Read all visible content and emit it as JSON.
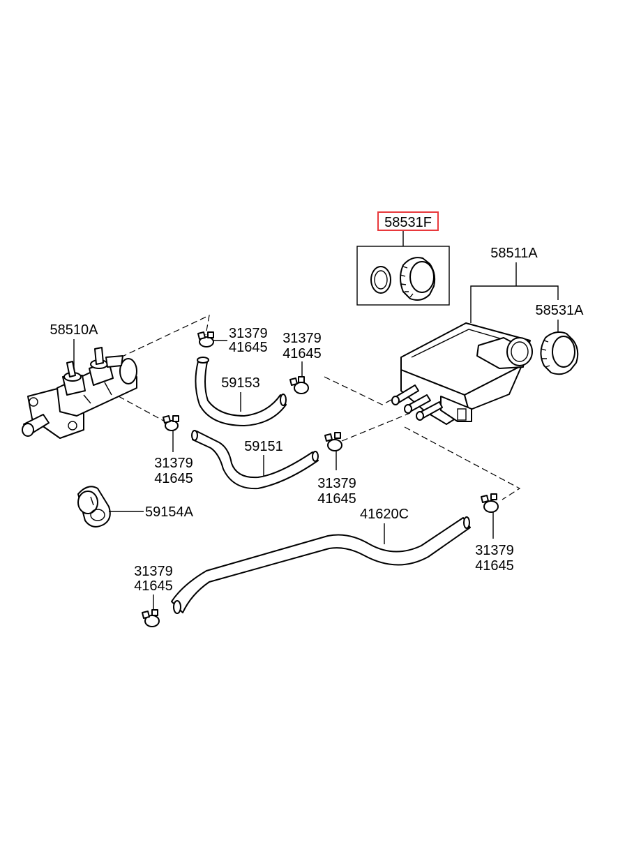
{
  "parts": {
    "cap_kit": "58531F",
    "reservoir": "58511A",
    "reservoir_cap": "58531A",
    "master_cylinder": "58510A",
    "hose_upper": "59153",
    "hose_middle": "59151",
    "grommet": "59154A",
    "hose_long": "41620C"
  },
  "clips": [
    {
      "a": "31379",
      "b": "41645"
    },
    {
      "a": "31379",
      "b": "41645"
    },
    {
      "a": "31379",
      "b": "41645"
    },
    {
      "a": "31379",
      "b": "41645"
    },
    {
      "a": "31379",
      "b": "41645"
    },
    {
      "a": "31379",
      "b": "41645"
    }
  ],
  "highlight": {
    "part": "58531F",
    "color": "#e8383b"
  }
}
